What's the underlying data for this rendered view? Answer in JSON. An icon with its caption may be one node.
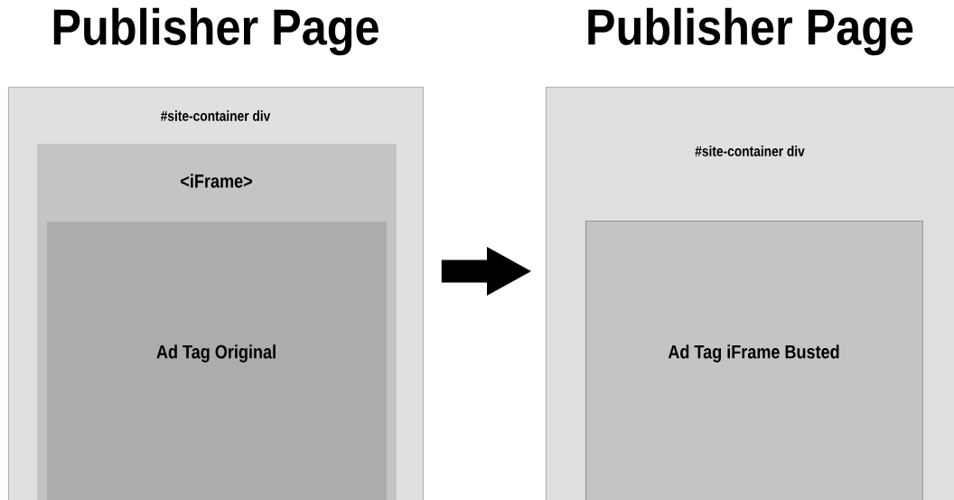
{
  "diagram": {
    "nodes": [
      {
        "text": [
          "Publisher Page",
          "#site-container div"
        ]
      },
      {
        "text": [
          "<iFrame>"
        ],
        "in": 0
      },
      {
        "text": [
          "Ad Tag Original"
        ],
        "in": 1
      },
      {
        "text": [
          "Publisher Page",
          "#site-container div"
        ]
      },
      {
        "text": [
          "Ad Tag iFrame Busted"
        ],
        "in": 3
      }
    ],
    "edges": [
      {
        "from": 0,
        "to": 3,
        "arrow": "to"
      }
    ]
  }
}
